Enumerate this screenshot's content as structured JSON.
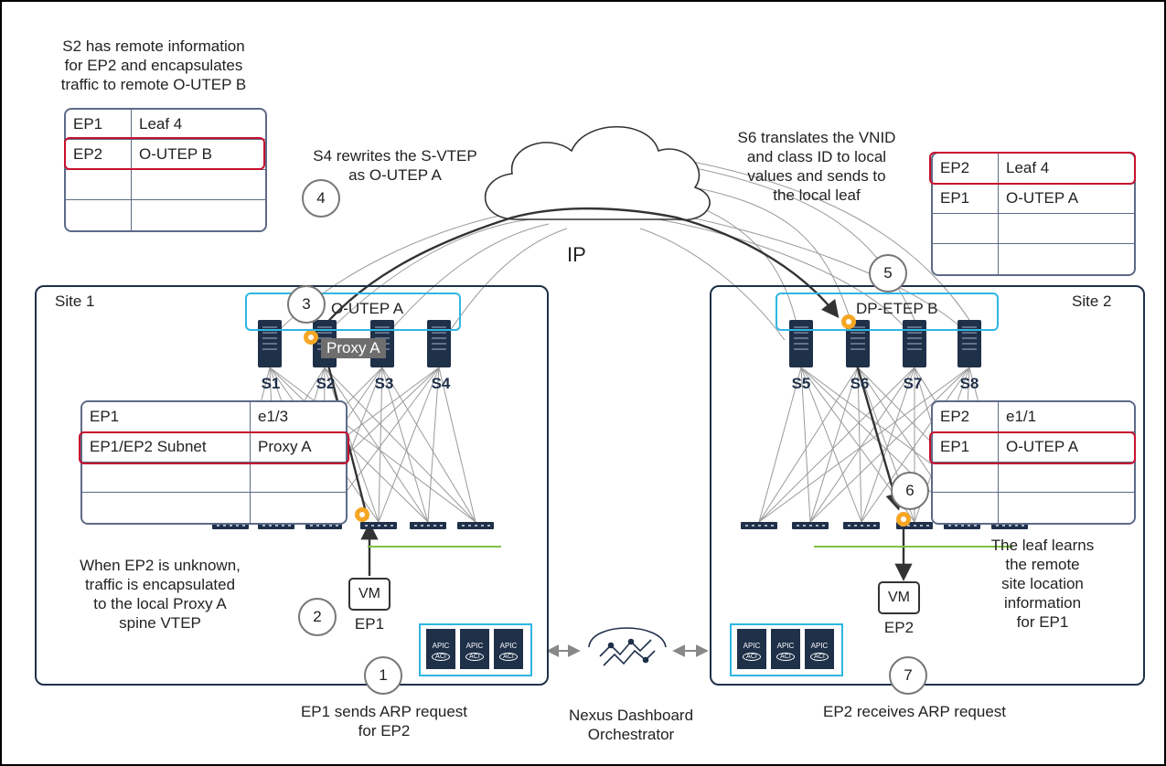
{
  "notes": {
    "s2": [
      "S2 has remote information",
      "for EP2 and encapsulates",
      "traffic to remote O-UTEP B"
    ],
    "s4": [
      "S4 rewrites the S-VTEP",
      "as O-UTEP A"
    ],
    "s6": [
      "S6 translates the VNID",
      "and class ID to local",
      "values and sends to",
      "the local leaf"
    ],
    "unknown": [
      "When EP2 is unknown,",
      "traffic is encapsulated",
      "to the local Proxy A",
      "spine VTEP"
    ],
    "leaf": [
      "The leaf learns",
      "the remote",
      "site location",
      "information",
      "for EP1"
    ]
  },
  "steps": [
    "1",
    "2",
    "3",
    "4",
    "5",
    "6",
    "7"
  ],
  "captions": {
    "step1": [
      "EP1 sends ARP request",
      "for EP2"
    ],
    "step7": "EP2 receives ARP request",
    "ndo": [
      "Nexus Dashboard",
      "Orchestrator"
    ]
  },
  "cloud_label": "IP",
  "site1": {
    "label": "Site 1",
    "vtep": "O-UTEP A",
    "proxy": "Proxy A",
    "spines": [
      "S1",
      "S2",
      "S3",
      "S4"
    ],
    "vm": "VM",
    "ep": "EP1",
    "apic": [
      "APIC",
      "APIC",
      "APIC"
    ],
    "acl": "ACI"
  },
  "site2": {
    "label": "Site 2",
    "vtep": "DP-ETEP B",
    "spines": [
      "S5",
      "S6",
      "S7",
      "S8"
    ],
    "vm": "VM",
    "ep": "EP2",
    "apic": [
      "APIC",
      "APIC",
      "APIC"
    ],
    "acl": "ACI"
  },
  "tables": {
    "s2_table": [
      [
        "EP1",
        "Leaf 4"
      ],
      [
        "EP2",
        "O-UTEP B"
      ],
      [
        "",
        ""
      ],
      [
        "",
        ""
      ]
    ],
    "s6_table": [
      [
        "EP2",
        "Leaf 4"
      ],
      [
        "EP1",
        "O-UTEP A"
      ],
      [
        "",
        ""
      ],
      [
        "",
        ""
      ]
    ],
    "site1_leaf": [
      [
        "EP1",
        "e1/3"
      ],
      [
        "EP1/EP2 Subnet",
        "Proxy A"
      ],
      [
        "",
        ""
      ],
      [
        "",
        ""
      ]
    ],
    "site2_leaf": [
      [
        "EP2",
        "e1/1"
      ],
      [
        "EP1",
        "O-UTEP A"
      ],
      [
        "",
        ""
      ],
      [
        "",
        ""
      ]
    ]
  },
  "colors": {
    "site_border": "#1f3049",
    "highlight": "#c8102e",
    "vtep_box": "#2fb6e3",
    "host_link": "#7dc242",
    "flow_arrow": "#333333",
    "spine_leaf_links": "#9a9a9a"
  }
}
